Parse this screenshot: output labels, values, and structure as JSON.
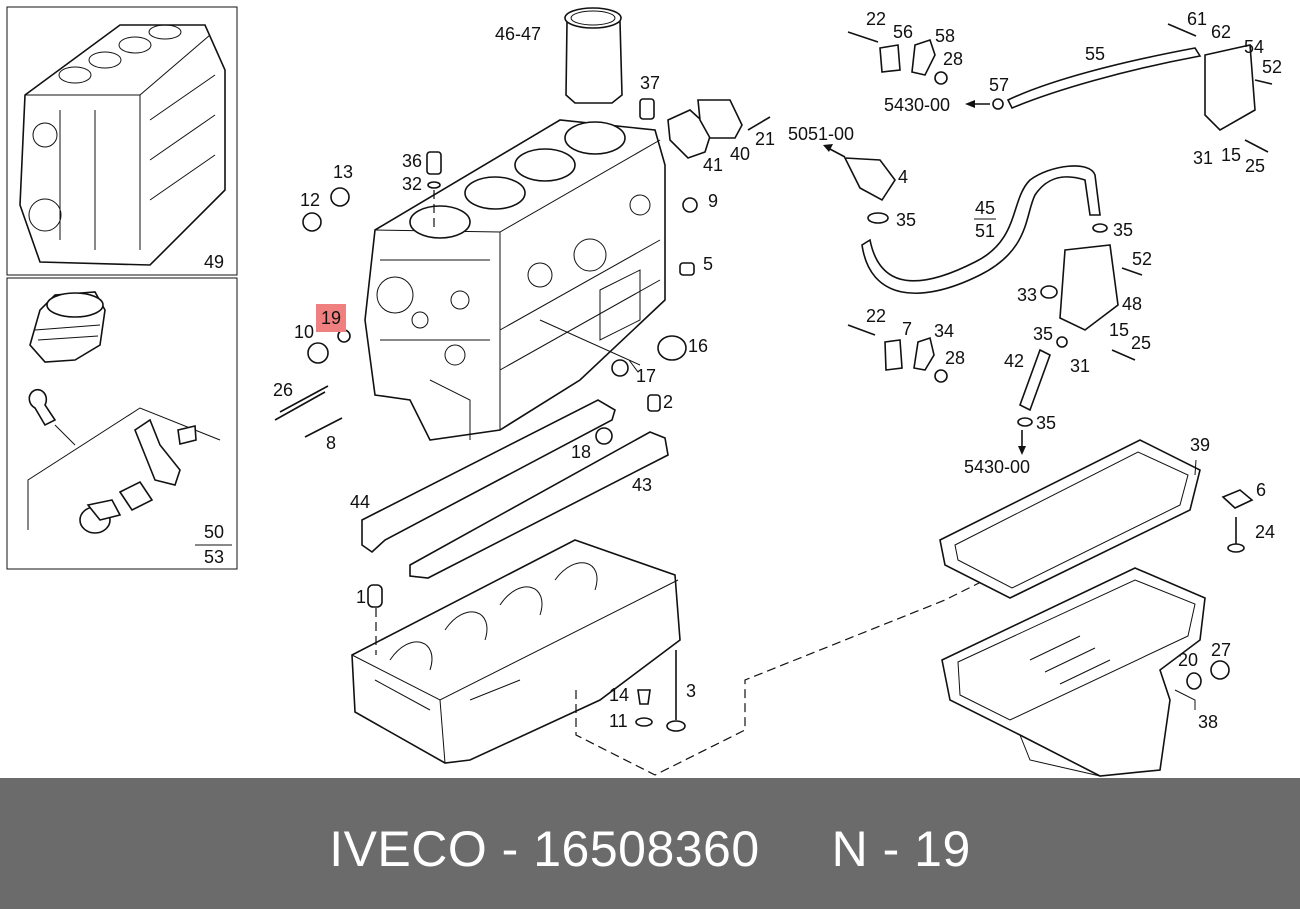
{
  "footer": {
    "caption": "IVECO - 16508360     N - 19"
  },
  "highlight": {
    "label": "19",
    "color": "#f08080"
  },
  "inset_labels": {
    "top": "49",
    "bottom_upper": "50",
    "bottom_lower": "53"
  },
  "labels": {
    "l46_47": "46-47",
    "l37": "37",
    "l36": "36",
    "l32": "32",
    "l13": "13",
    "l12": "12",
    "l41": "41",
    "l40": "40",
    "l21": "21",
    "l9": "9",
    "l5": "5",
    "l16": "16",
    "l17": "17",
    "l2": "2",
    "l18": "18",
    "l10": "10",
    "l26": "26",
    "l8": "8",
    "l44": "44",
    "l43": "43",
    "l1": "1",
    "l14": "14",
    "l11": "11",
    "l3": "3",
    "l22a": "22",
    "l56": "56",
    "l58": "58",
    "l28a": "28",
    "l5430a": "5430-00",
    "l57": "57",
    "l55": "55",
    "l61": "61",
    "l62": "62",
    "l54": "54",
    "l52a": "52",
    "l31a": "31",
    "l15a": "15",
    "l25a": "25",
    "l5051": "5051-00",
    "l4": "4",
    "l35a": "35",
    "l45": "45",
    "l51": "51",
    "l35b": "35",
    "l52b": "52",
    "l33": "33",
    "l48": "48",
    "l15b": "15",
    "l35c": "35",
    "l25b": "25",
    "l31b": "31",
    "l22b": "22",
    "l7": "7",
    "l34": "34",
    "l28b": "28",
    "l42": "42",
    "l35d": "35",
    "l5430b": "5430-00",
    "l39": "39",
    "l6": "6",
    "l24": "24",
    "l20": "20",
    "l27": "27",
    "l38": "38"
  }
}
